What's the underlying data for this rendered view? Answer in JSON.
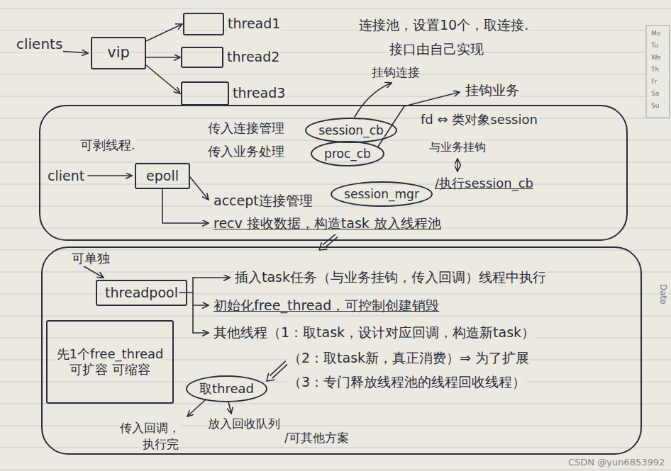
{
  "diagram": {
    "nodes": [
      {
        "text": [
          "vip"
        ]
      },
      {
        "text": [
          "thread1"
        ]
      },
      {
        "text": [
          "thread2"
        ]
      },
      {
        "text": [
          "thread3"
        ]
      },
      {
        "text": [
          "可剥线程."
        ]
      },
      {
        "text": [
          "epoll"
        ],
        "in": 4
      },
      {
        "text": [
          "session_cb"
        ],
        "in": 4
      },
      {
        "text": [
          "proc_cb"
        ],
        "in": 4
      },
      {
        "text": [
          "session_mgr"
        ],
        "in": 4
      },
      {
        "text": [
          "可单独"
        ]
      },
      {
        "text": [
          "threadpool"
        ],
        "in": 9
      },
      {
        "text": [
          "先1个free_thread 可扩容 可缩容"
        ],
        "in": 9
      },
      {
        "text": [
          "取thread"
        ],
        "in": 9
      }
    ],
    "edges": [
      {
        "from": 0,
        "to": 1,
        "arrow": "to"
      },
      {
        "from": 0,
        "to": 2,
        "arrow": "to"
      },
      {
        "from": 0,
        "to": 3,
        "arrow": "to"
      }
    ],
    "labels": [
      "clients",
      "连接池，设置10个，取连接.",
      "接口由自己实现",
      "挂钩连接",
      "挂钩业务",
      "client",
      "传入连接管理",
      "传入业务处理",
      "fd ⇔ 类对象session",
      "与业务挂钩",
      "accept连接管理",
      "/执行session_cb",
      "recv 接收数据，构造task 放入线程池",
      "插入task任务（与业务挂钩，传入回调）线程中执行",
      "初始化free_thread，可控制创建销毁",
      "其他线程（1：取task，设计对应回调，构造新task）",
      "（2：取task新，真正消费）⇒ 为了扩展",
      "（3：专门释放线程池的线程回收线程）",
      "传入回调，",
      "执行完",
      "放入回收队列",
      "/可其他方案",
      "CSDN @yun6853992",
      "Mo",
      "Tu",
      "We",
      "Th",
      "Fr",
      "Sa",
      "Su",
      "Date"
    ]
  }
}
